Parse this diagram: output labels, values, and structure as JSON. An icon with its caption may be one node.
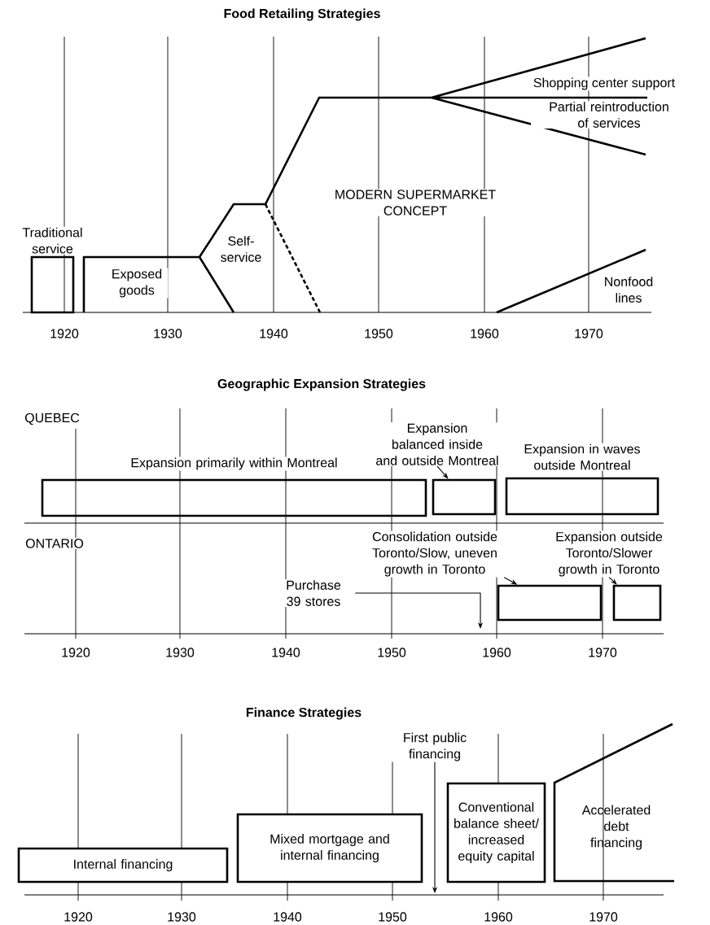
{
  "diagram": {
    "nodes": [
      {
        "text": [
          "Traditional service"
        ]
      },
      {
        "text": [
          "Expansion primarily within Montreal"
        ]
      },
      {
        "text": [
          "Expansion balanced inside and outside Montreal"
        ]
      },
      {
        "text": [],
        "shape": "box"
      },
      {
        "text": [
          "Expansion in waves outside Montreal"
        ]
      },
      {
        "text": [
          "Consolidation outside Toronto/Slow, uneven growth in Toronto"
        ]
      },
      {
        "text": [],
        "shape": "box"
      },
      {
        "text": [
          "Expansion outside Toronto/Slower growth in Toronto"
        ]
      },
      {
        "text": [],
        "shape": "box"
      },
      {
        "text": [
          "Purchase 39 stores"
        ]
      },
      {
        "text": [
          "Internal financing"
        ]
      },
      {
        "text": [
          "Mixed mortgage and internal financing"
        ]
      },
      {
        "text": [
          "First public financing"
        ]
      },
      {
        "text": [
          "Conventional balance sheet/ increased equity capital"
        ]
      },
      {
        "text": [
          "Accelerated debt financing"
        ]
      }
    ],
    "edges": [
      {
        "from": 2,
        "to": 3,
        "arrow": "to"
      },
      {
        "from": 5,
        "to": 6,
        "arrow": "to"
      },
      {
        "from": 7,
        "to": 8,
        "arrow": "to"
      },
      {
        "from": 9,
        "to": null,
        "arrow": "to"
      },
      {
        "from": 12,
        "to": null,
        "arrow": "to"
      }
    ],
    "labels": [
      "Food Retailing Strategies",
      "Exposed goods",
      "Self-service",
      "MODERN SUPERMARKET CONCEPT",
      "Shopping center support",
      "Partial reintroduction of services",
      "Nonfood lines",
      "1920",
      "1930",
      "1940",
      "1950",
      "1960",
      "1970",
      "Geographic Expansion Strategies",
      "QUEBEC",
      "ONTARIO",
      "1920",
      "1930",
      "1940",
      "1950",
      "1960",
      "1970",
      "Finance Strategies",
      "1920",
      "1930",
      "1940",
      "1950",
      "1960",
      "1970"
    ]
  }
}
